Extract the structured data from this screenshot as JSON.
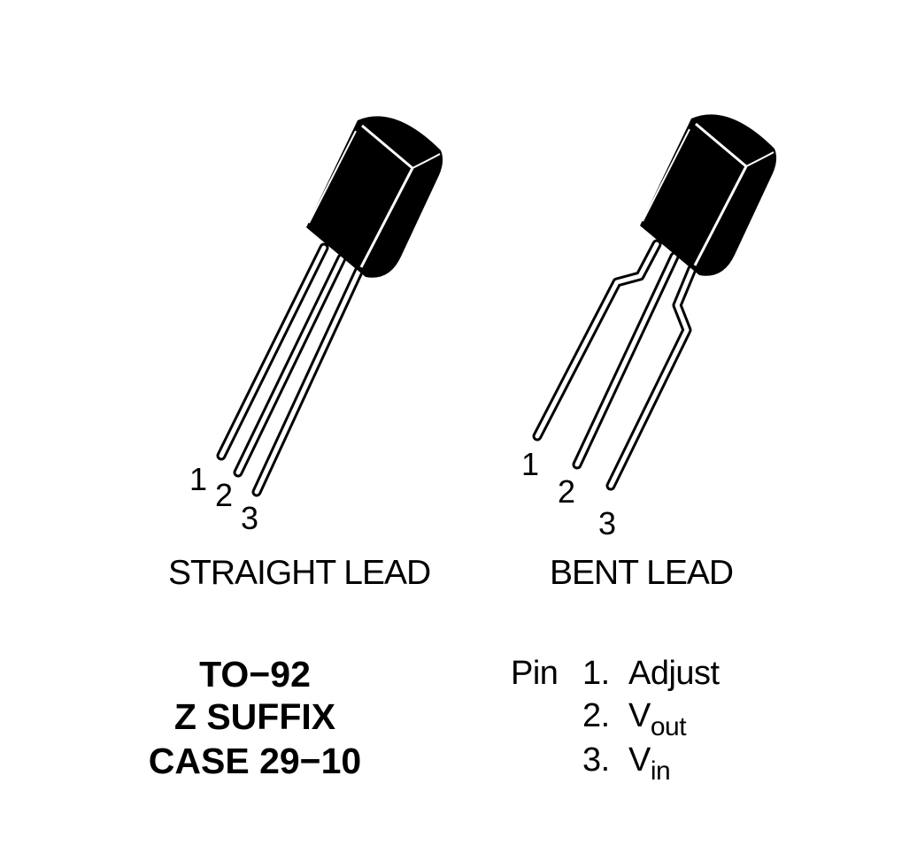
{
  "straight": {
    "pins": [
      "1",
      "2",
      "3"
    ],
    "caption": "STRAIGHT LEAD"
  },
  "bent": {
    "pins": [
      "1",
      "2",
      "3"
    ],
    "caption": "BENT LEAD"
  },
  "package": {
    "line1": "TO−92",
    "line2": "Z SUFFIX",
    "line3": "CASE 29−10"
  },
  "pinout": {
    "heading": "Pin",
    "items": [
      {
        "num": "1.",
        "name": "Adjust",
        "sub": ""
      },
      {
        "num": "2.",
        "name": "V",
        "sub": "out"
      },
      {
        "num": "3.",
        "name": "V",
        "sub": "in"
      }
    ]
  },
  "colors": {
    "ink": "#000000",
    "paper": "#ffffff"
  }
}
